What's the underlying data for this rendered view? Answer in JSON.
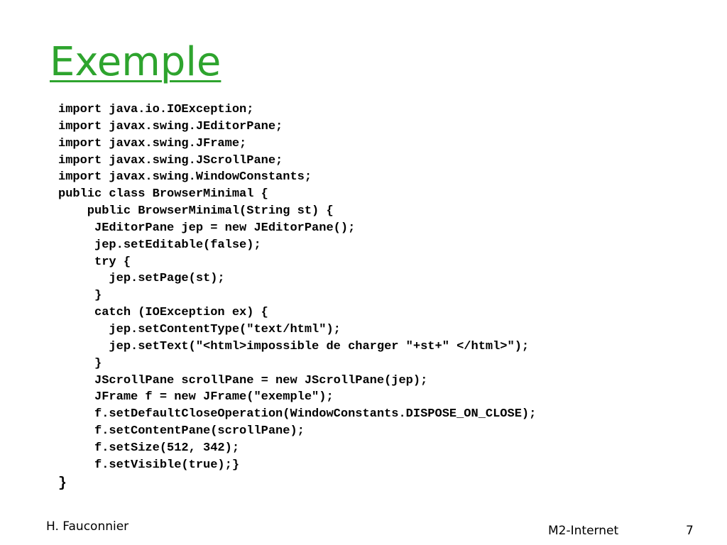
{
  "slide": {
    "title": "Exemple",
    "accent_color": "#2ea42e",
    "code_lines": [
      "import java.io.IOException;",
      "import javax.swing.JEditorPane;",
      "import javax.swing.JFrame;",
      "import javax.swing.JScrollPane;",
      "import javax.swing.WindowConstants;",
      "public class BrowserMinimal {",
      "    public BrowserMinimal(String st) {",
      "     JEditorPane jep = new JEditorPane();",
      "     jep.setEditable(false);",
      "     try {",
      "       jep.setPage(st);",
      "     }",
      "     catch (IOException ex) {",
      "       jep.setContentType(\"text/html\");",
      "       jep.setText(\"<html>impossible de charger \"+st+\" </html>\");",
      "     }",
      "     JScrollPane scrollPane = new JScrollPane(jep);",
      "     JFrame f = new JFrame(\"exemple\");",
      "     f.setDefaultCloseOperation(WindowConstants.DISPOSE_ON_CLOSE);",
      "     f.setContentPane(scrollPane);",
      "     f.setSize(512, 342);",
      "     f.setVisible(true);}",
      "}"
    ]
  },
  "footer": {
    "author": "H. Fauconnier",
    "course": "M2-Internet",
    "page_number": "7"
  }
}
